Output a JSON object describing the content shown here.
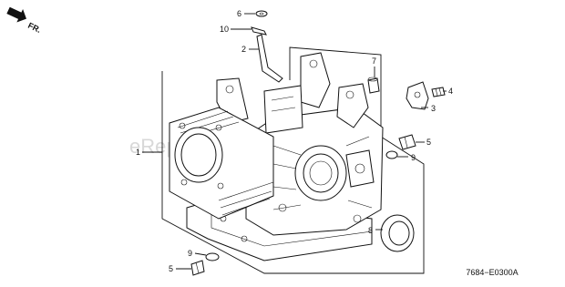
{
  "diagram": {
    "direction_marker": "FR.",
    "diagram_code": "7684−E0300A",
    "watermark": "eReplacementParts.com",
    "callouts": [
      {
        "id": "c6",
        "number": "6"
      },
      {
        "id": "c10",
        "number": "10"
      },
      {
        "id": "c2",
        "number": "2"
      },
      {
        "id": "c7",
        "number": "7"
      },
      {
        "id": "c4",
        "number": "4"
      },
      {
        "id": "c3",
        "number": "3"
      },
      {
        "id": "c1",
        "number": "1"
      },
      {
        "id": "c5a",
        "number": "5"
      },
      {
        "id": "c9a",
        "number": "9"
      },
      {
        "id": "c8",
        "number": "8"
      },
      {
        "id": "c9b",
        "number": "9"
      },
      {
        "id": "c5b",
        "number": "5"
      }
    ]
  }
}
